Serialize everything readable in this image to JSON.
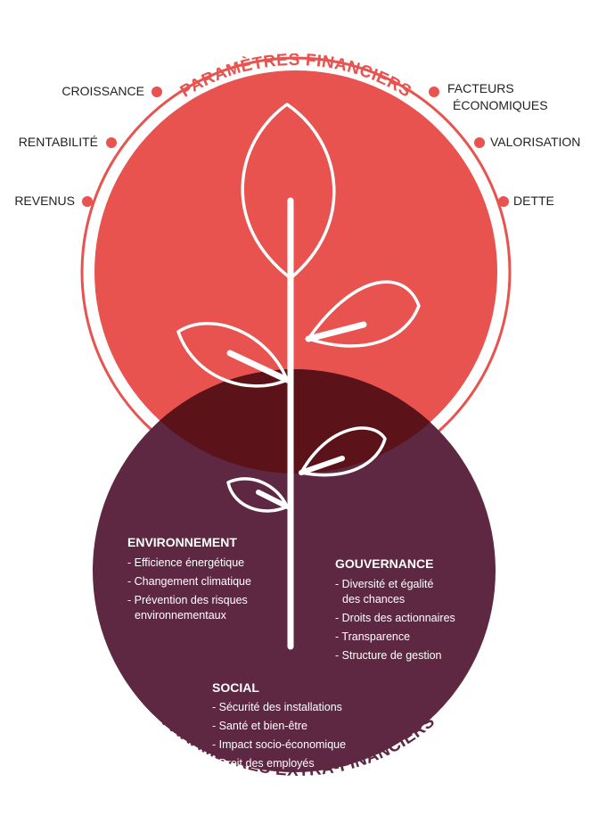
{
  "colors": {
    "financial": "#e8524f",
    "extra_financial": "#5e2742",
    "overlap": "#5b1219",
    "label_text": "#222222"
  },
  "financial_title": "PARAMÈTRES FINANCIERS",
  "extra_financial_title": "PARAMÈTRES EXTRA-FINANCIERS",
  "financial_left": [
    "CROISSANCE",
    "RENTABILITÉ",
    "REVENUS"
  ],
  "financial_right": {
    "facteurs_line1": "FACTEURS",
    "facteurs_line2": "ÉCONOMIQUES",
    "valorisation": "VALORISATION",
    "dette": "DETTE"
  },
  "environnement": {
    "title": "ENVIRONNEMENT",
    "items": [
      "- Efficience énergétique",
      "- Changement climatique",
      "- Prévention des risques",
      "environnementaux"
    ]
  },
  "gouvernance": {
    "title": "GOUVERNANCE",
    "items": [
      "- Diversité et égalité",
      "des chances",
      "- Droits des actionnaires",
      "- Transparence",
      "- Structure de gestion"
    ]
  },
  "social": {
    "title": "SOCIAL",
    "items": [
      "- Sécurité des installations",
      "- Santé et bien-être",
      "- Impact socio-économique",
      "- Droit des employés"
    ]
  },
  "icons": {
    "plant": "plant-icon"
  }
}
